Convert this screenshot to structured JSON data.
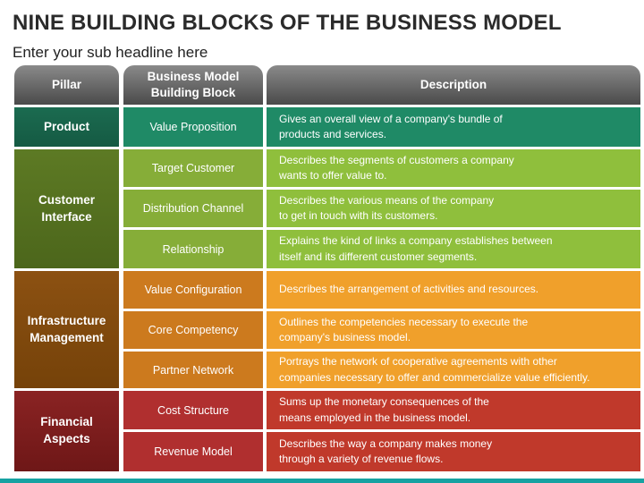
{
  "title": "NINE BUILDING BLOCKS OF THE BUSINESS MODEL",
  "subtitle": "Enter your sub headline here",
  "headers": {
    "pillar": "Pillar",
    "block_line1": "Business Model",
    "block_line2": "Building Block",
    "description": "Description"
  },
  "pillars": {
    "product": "Product",
    "customer_line1": "Customer",
    "customer_line2": "Interface",
    "infra_line1": "Infrastructure",
    "infra_line2": "Management",
    "financial_line1": "Financial",
    "financial_line2": "Aspects"
  },
  "rows": [
    {
      "block": "Value Proposition",
      "desc1": "Gives an overall view of a company's bundle of",
      "desc2": "products and services."
    },
    {
      "block": "Target Customer",
      "desc1": "Describes the segments of customers a company",
      "desc2": "wants to offer value to."
    },
    {
      "block": "Distribution Channel",
      "desc1": "Describes the various means of the company",
      "desc2": "to get in touch with its customers."
    },
    {
      "block": "Relationship",
      "desc1": "Explains the kind of links a company establishes between",
      "desc2": "itself and its different customer segments."
    },
    {
      "block": "Value Configuration",
      "desc1": "Describes the arrangement of activities and resources.",
      "desc2": ""
    },
    {
      "block": "Core Competency",
      "desc1": "Outlines the competencies necessary to execute the",
      "desc2": "company's business model."
    },
    {
      "block": "Partner Network",
      "desc1": "Portrays the network of cooperative agreements with other",
      "desc2": "companies necessary to offer and commercialize value efficiently."
    },
    {
      "block": "Cost Structure",
      "desc1": "Sums up the monetary consequences of the",
      "desc2": "means employed in the business model."
    },
    {
      "block": "Revenue Model",
      "desc1": "Describes the way a company makes money",
      "desc2": "through a variety of revenue flows."
    }
  ],
  "colors": {
    "product": "#1b6b50",
    "customer_interface": "#5d7a24",
    "infrastructure": "#8c5112",
    "financial": "#8a2323",
    "header": "#5a5a5a",
    "accent_bar": "#17a2a2"
  }
}
